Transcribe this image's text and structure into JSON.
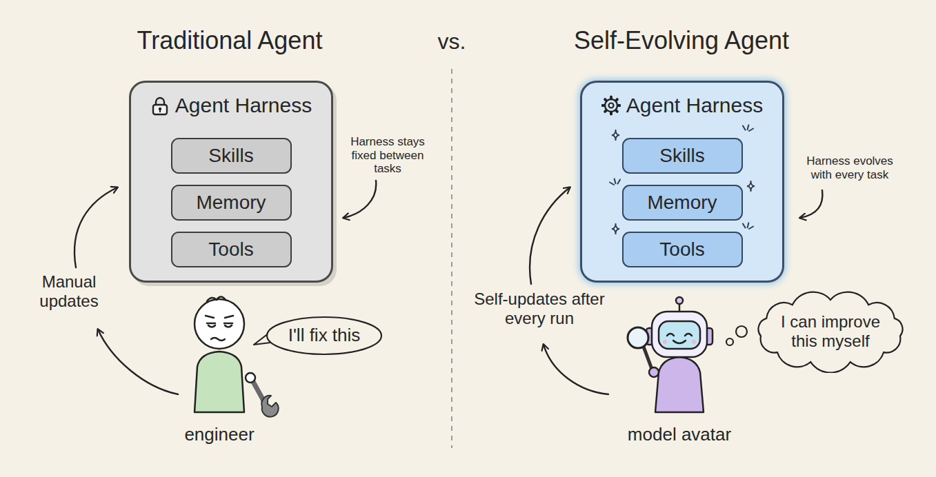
{
  "diagram": {
    "nodes": [
      {
        "text": [
          "Agent Harness"
        ]
      },
      {
        "text": [
          "Skills"
        ],
        "in": 0
      },
      {
        "text": [
          "Memory"
        ],
        "in": 0
      },
      {
        "text": [
          "Tools"
        ],
        "in": 0
      },
      {
        "text": [
          "Agent Harness"
        ]
      },
      {
        "text": [
          "Skills"
        ],
        "in": 4
      },
      {
        "text": [
          "Memory"
        ],
        "in": 4
      },
      {
        "text": [
          "Tools"
        ],
        "in": 4
      },
      {
        "text": [
          "I'll fix this"
        ]
      },
      {
        "text": [
          "I can improve this myself"
        ]
      }
    ],
    "labels": [
      "Traditional Agent",
      "vs.",
      "Self-Evolving Agent",
      "Harness stays fixed between tasks",
      "Manual updates",
      "engineer",
      "Harness evolves with every task",
      "Self-updates after every run",
      "model avatar"
    ]
  }
}
